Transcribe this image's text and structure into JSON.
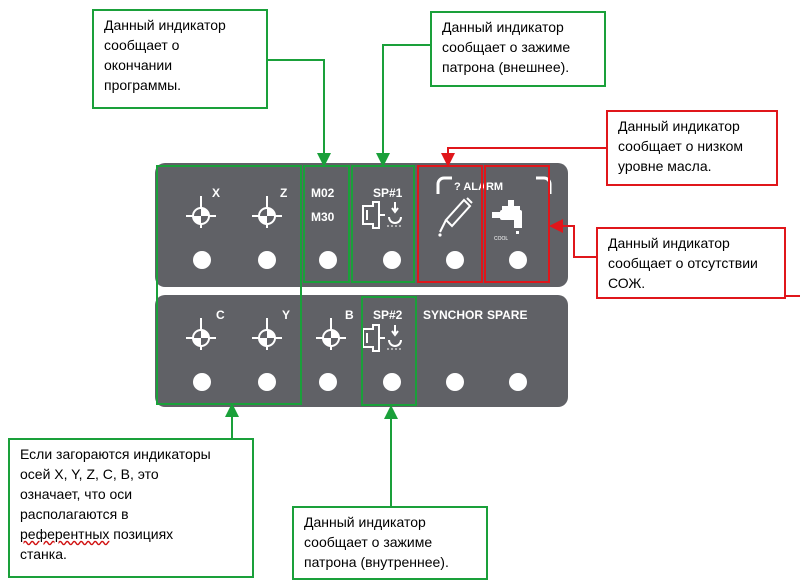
{
  "panel": {
    "top_row": [
      {
        "id": "x",
        "label": "X",
        "icon": "axis-reference-icon"
      },
      {
        "id": "z",
        "label": "Z",
        "icon": "axis-reference-icon"
      },
      {
        "id": "m",
        "label_1": "M02",
        "label_2": "M30"
      },
      {
        "id": "sp1",
        "label": "SP#1",
        "icon": "chuck-clamp-icon"
      },
      {
        "id": "alarm",
        "label": "? ALARM",
        "icons": [
          "oil-can-icon",
          "coolant-tap-icon"
        ]
      }
    ],
    "bottom_row": [
      {
        "id": "c",
        "label": "C",
        "icon": "axis-reference-icon"
      },
      {
        "id": "y",
        "label": "Y",
        "icon": "axis-reference-icon"
      },
      {
        "id": "b",
        "label": "B",
        "icon": "axis-reference-icon"
      },
      {
        "id": "sp2",
        "label": "SP#2",
        "icon": "chuck-clamp-icon"
      },
      {
        "id": "synchor",
        "label": "SYNCHOR"
      },
      {
        "id": "spare",
        "label": "SPARE"
      }
    ],
    "coolant_small_text": "COOL"
  },
  "callouts": {
    "program_end": "Данный индикатор\nсообщает о\nокончании\nпрограммы.",
    "chuck_outer": "Данный индикатор\nсообщает о зажиме\nпатрона (внешнее).",
    "oil_low": "Данный индикатор\nсообщает о низком\nуровне масла.",
    "coolant_missing": "Данный индикатор\nсообщает о отсутствии\nСОЖ.",
    "axes_ref_1": "Если загораются индикаторы\nосей X, Y, Z, C, B, это\nозначает, что оси\nрасполагаются в",
    "axes_ref_wavy": "референтных",
    "axes_ref_2": " позициях",
    "axes_ref_3": "станка.",
    "chuck_inner": "Данный индикатор\nсообщает о зажиме\nпатрона (внутреннее)."
  },
  "colors": {
    "panel": "#606166",
    "green": "#1aa03a",
    "red": "#e0161b",
    "lamp": "#ffffff"
  }
}
